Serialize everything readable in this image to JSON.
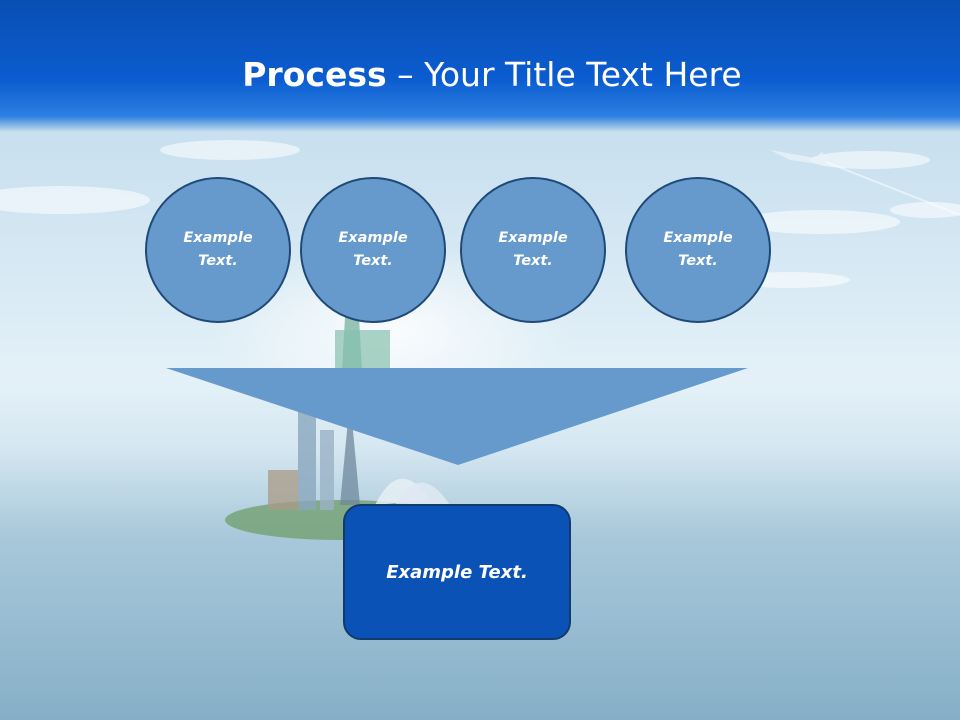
{
  "slide": {
    "title_bold": "Process",
    "title_rest": " – Your Title Text Here",
    "circles": [
      {
        "text": "Example\nText."
      },
      {
        "text": "Example\nText."
      },
      {
        "text": "Example\nText."
      },
      {
        "text": "Example\nText."
      }
    ],
    "result_text": "Example Text."
  },
  "colors": {
    "header": "#0b5cd0",
    "circle_fill": "#6699cc",
    "circle_border": "#1f4a78",
    "funnel_fill": "#6699cc",
    "result_fill": "#0b52b6"
  }
}
